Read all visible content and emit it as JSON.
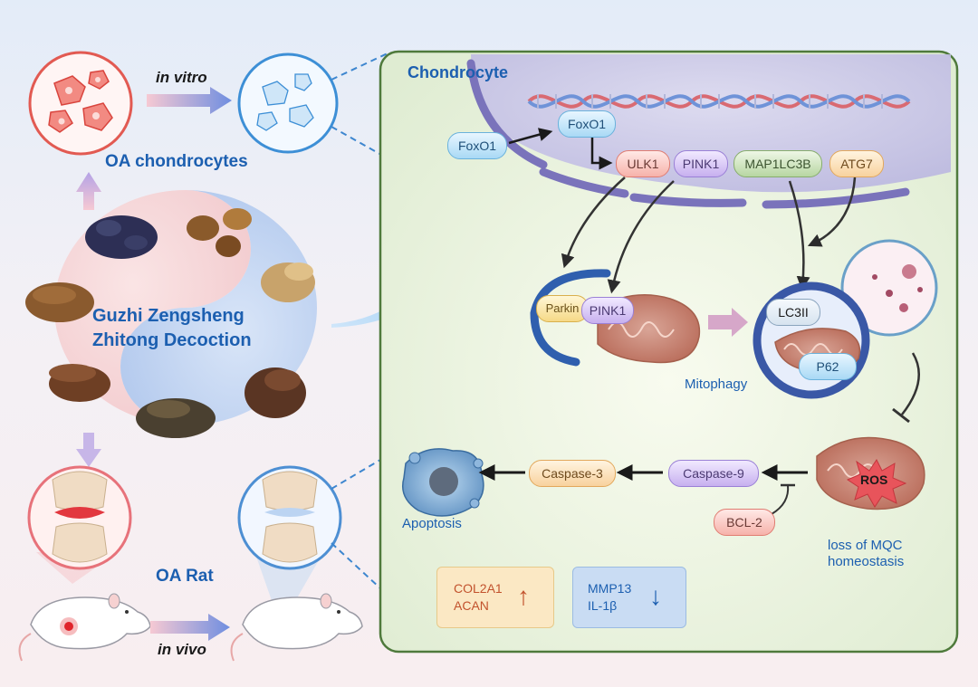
{
  "labels": {
    "in_vitro": "in vitro",
    "in_vivo": "in vivo",
    "oa_chondrocytes": "OA chondrocytes",
    "decoction_line1": "Guzhi Zengsheng",
    "decoction_line2": "Zhitong Decoction",
    "oa_rat": "OA Rat",
    "chondrocyte": "Chondrocyte",
    "mitophagy": "Mitophagy",
    "apoptosis": "Apoptosis",
    "loss_line1": "loss of MQC",
    "loss_line2": "homeostasis",
    "ros": "ROS"
  },
  "proteins": {
    "foxo1_cyto": "FoxO1",
    "foxo1_nuc": "FoxO1",
    "ulk1": "ULK1",
    "pink1_gene": "PINK1",
    "map1lc3b": "MAP1LC3B",
    "atg7": "ATG7",
    "parkin": "Parkin",
    "pink1_mito": "PINK1",
    "lc3ii": "LC3II",
    "p62": "P62",
    "caspase3": "Caspase-3",
    "caspase9": "Caspase-9",
    "bcl2": "BCL-2"
  },
  "markers": {
    "up_line1": "COL2A1",
    "up_line2": "ACAN",
    "up_arrow": "↑",
    "down_line1": "MMP13",
    "down_line2": "IL-1β",
    "down_arrow": "↓"
  },
  "colors": {
    "accent_blue": "#1c5fb0",
    "panel_border": "#4f7a3c",
    "panel_fill": "#e9f2df",
    "arrow_dark": "#1a1a1a",
    "ros_red": "#e0525a"
  }
}
